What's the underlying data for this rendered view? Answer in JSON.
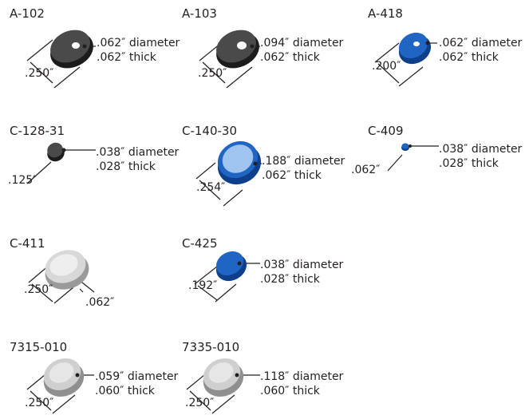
{
  "colors": {
    "ink": "#231f20",
    "dark": "#2f2f2f",
    "blue": "#1a57b0",
    "silver": "#c8c8c8"
  },
  "parts": [
    {
      "id": "A-102",
      "diameter": ".062″ diameter",
      "thick": ".062″ thick",
      "dims": [
        ".250″"
      ],
      "color": "dark"
    },
    {
      "id": "A-103",
      "diameter": ".094″ diameter",
      "thick": ".062″ thick",
      "dims": [
        ".250″"
      ],
      "color": "dark"
    },
    {
      "id": "A-418",
      "diameter": ".062″ diameter",
      "thick": ".062″ thick",
      "dims": [
        ".200″"
      ],
      "color": "blue"
    },
    {
      "id": "C-128-31",
      "diameter": ".038″ diameter",
      "thick": ".028″ thick",
      "dims": [
        ".125″"
      ],
      "color": "dark"
    },
    {
      "id": "C-140-30",
      "diameter": ".188″ diameter",
      "thick": ".062″ thick",
      "dims": [
        ".254″"
      ],
      "color": "blue"
    },
    {
      "id": "C-409",
      "diameter": ".038″ diameter",
      "thick": ".028″ thick",
      "dims": [
        ".062″"
      ],
      "color": "blue"
    },
    {
      "id": "C-411",
      "diameter": "",
      "thick": "",
      "dims": [
        ".250″",
        ".062″"
      ],
      "color": "silver"
    },
    {
      "id": "C-425",
      "diameter": ".038″ diameter",
      "thick": ".028″ thick",
      "dims": [
        ".192″"
      ],
      "color": "blue"
    },
    {
      "id": "7315-010",
      "diameter": ".059″ diameter",
      "thick": ".060″ thick",
      "dims": [
        ".250″"
      ],
      "color": "silver"
    },
    {
      "id": "7335-010",
      "diameter": ".118″ diameter",
      "thick": ".060″ thick",
      "dims": [
        ".250″"
      ],
      "color": "silver"
    }
  ]
}
